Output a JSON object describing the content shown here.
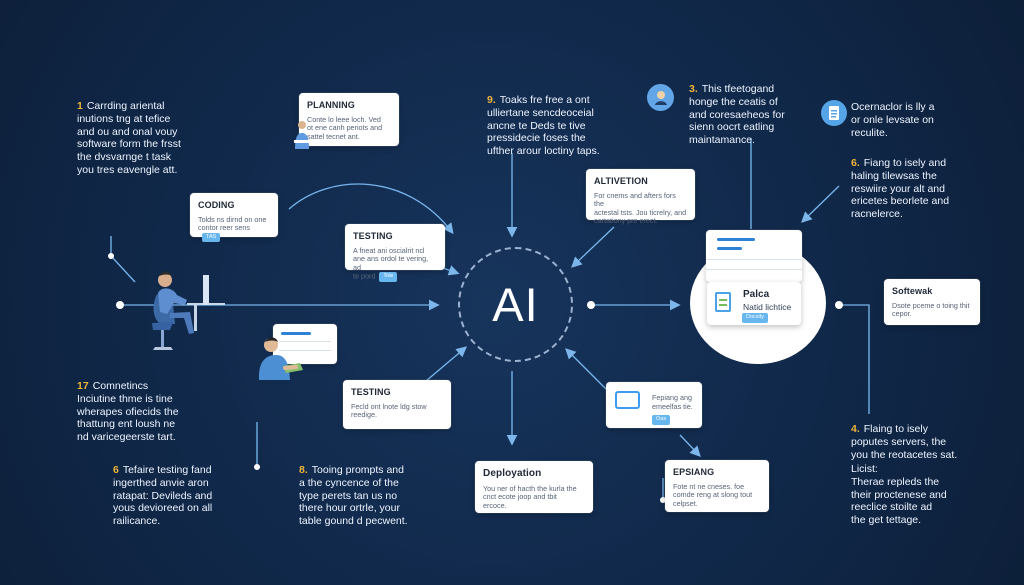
{
  "center_label": "AI",
  "left_texts": [
    {
      "number": "1",
      "lines": [
        "Carrding ariental",
        "inutions tng at tefice",
        "and ou and onal vouy",
        "software form the frsst",
        "the dvsvarnge t task",
        "you tres eavengle att."
      ]
    },
    {
      "number": "17",
      "lines": [
        "Comnetincs",
        "Inciutine thme is tine",
        "wherapes ofiecids the",
        "thattung ent loush ne",
        "nd varicegeerste tart."
      ]
    },
    {
      "number": "6",
      "lines": [
        "Tefaire testing fand",
        "ingerthed anvie aron",
        "ratapat: Devileds and",
        "yous devioreed on all",
        "railicance."
      ]
    }
  ],
  "middle_texts": [
    {
      "number": "9.",
      "lines": [
        "Toaks fre free a ont",
        "ulliertane sencdeoceial",
        "ancne te Deds te tive",
        "pressidecie foses the",
        "ufther arour loctiny taps."
      ]
    },
    {
      "number": "8.",
      "lines": [
        "Tooing prompts and",
        "a the cyncence of the",
        "type perets tan us no",
        "there hour ortrle, your",
        "table gound d pecwent."
      ]
    }
  ],
  "right_texts": [
    {
      "number": "3.",
      "lines": [
        "This tfeetogand",
        "honge the ceatis of",
        "and coresaeheos for",
        "sienn oocrt eatling",
        "maintamance."
      ]
    },
    {
      "number": "",
      "lines": [
        "Ocernaclor is lly a",
        "or onle levsate on",
        "reculite."
      ]
    },
    {
      "number": "6.",
      "lines": [
        "Fiang to isely and",
        "haling tilewsas the",
        "reswiire your alt and",
        "ericetes beorlete and",
        "racnelerce."
      ]
    },
    {
      "number": "4.",
      "lines": [
        "Flaing to isely",
        "poputes servers, the",
        "you the reotacetes sat."
      ]
    },
    {
      "number": "",
      "lines": [
        "Licist:",
        "Therae repleds the",
        "their proctenese and",
        "reeclice stoilte ad",
        "the get tettage."
      ]
    }
  ],
  "cards": {
    "planning": {
      "title": "PLANNING",
      "desc": [
        "Conte lo leee loch. Ved",
        "ot ene canh periots and",
        "sattel tecnet ant."
      ]
    },
    "coding": {
      "title": "CODING",
      "desc": [
        "Tolds ns dirnd on one",
        "contor reer sens"
      ],
      "pill": "TAS"
    },
    "testing_top": {
      "title": "TESTING",
      "desc": [
        "A fneat ani oscialrit ncl",
        "ane ans ordol te vering, ad",
        "te pord"
      ],
      "pill": "Tole"
    },
    "activation": {
      "title": "ALTIVETION",
      "desc": [
        "For cnems and afters fors the",
        "actestal tsts. Jou ticrelry, and",
        "cartationy pre erect."
      ]
    },
    "doc_card": {
      "title": "Palca",
      "subtitle": "Natid lichtice",
      "pill": "Docsity"
    },
    "softwak": {
      "title": "Softewak",
      "desc": [
        "Dsote pceme o toing thit",
        "cepor."
      ]
    },
    "testing_bottom": {
      "title": "TESTING",
      "desc": [
        "Fecld ont lnote ldg stow",
        "reedige."
      ]
    },
    "code_card": {
      "desc": [
        "Fepiang ang",
        "emeelfas tie."
      ],
      "pill": "Oas"
    },
    "deployation": {
      "title": "Deployation",
      "desc": [
        "You ner of hacth the kurla the",
        "cnct ecote joop and tbit",
        "ercoce."
      ]
    },
    "epsiang": {
      "title": "EPSIANG",
      "desc": [
        "Fote nt ne cneses. foe",
        "comde reng at slong tout",
        "celpset."
      ]
    }
  },
  "colors": {
    "background": "#0f2445",
    "accent_number": "#f0b43a",
    "line": "#77b6ee",
    "card_pill": "#67b6ee",
    "ai_text": "#ffffff"
  },
  "icons": [
    "developer-person-icon",
    "reader-person-icon",
    "user-avatar-icon",
    "document-avatar-icon",
    "document-icon",
    "code-window-icon"
  ]
}
